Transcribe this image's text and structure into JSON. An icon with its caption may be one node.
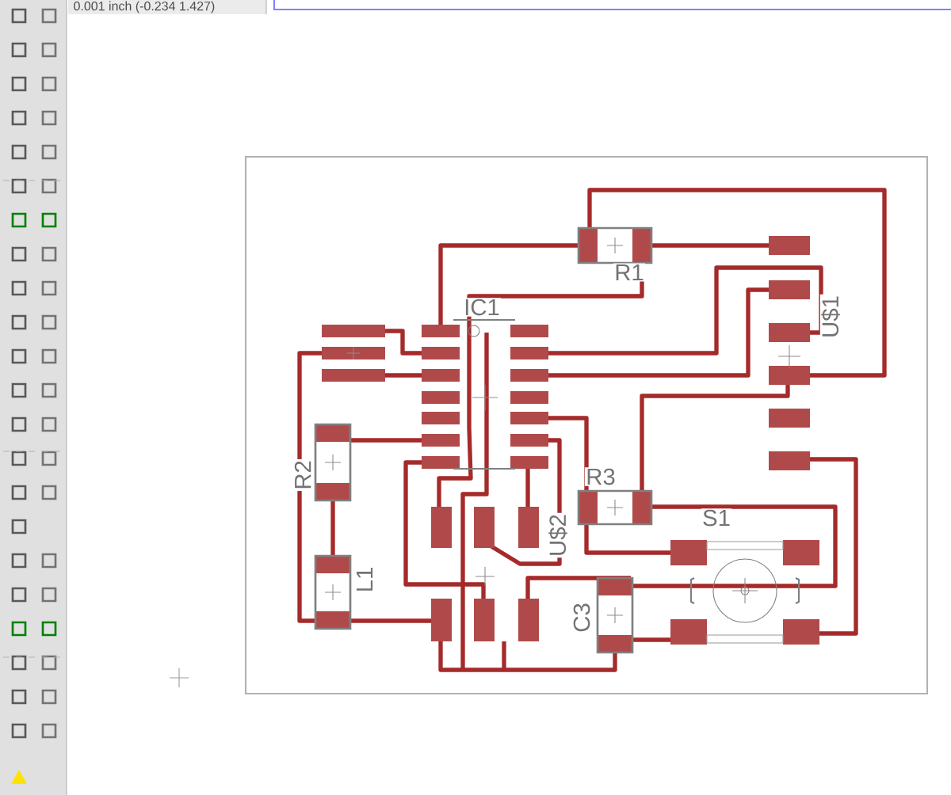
{
  "diagram": {
    "labels": [
      "0.001 inch (-0.234 1.427)",
      "R1",
      "IC1",
      "U$1",
      "R2",
      "R3",
      "S1",
      "U$2",
      "L1",
      "C3"
    ]
  }
}
